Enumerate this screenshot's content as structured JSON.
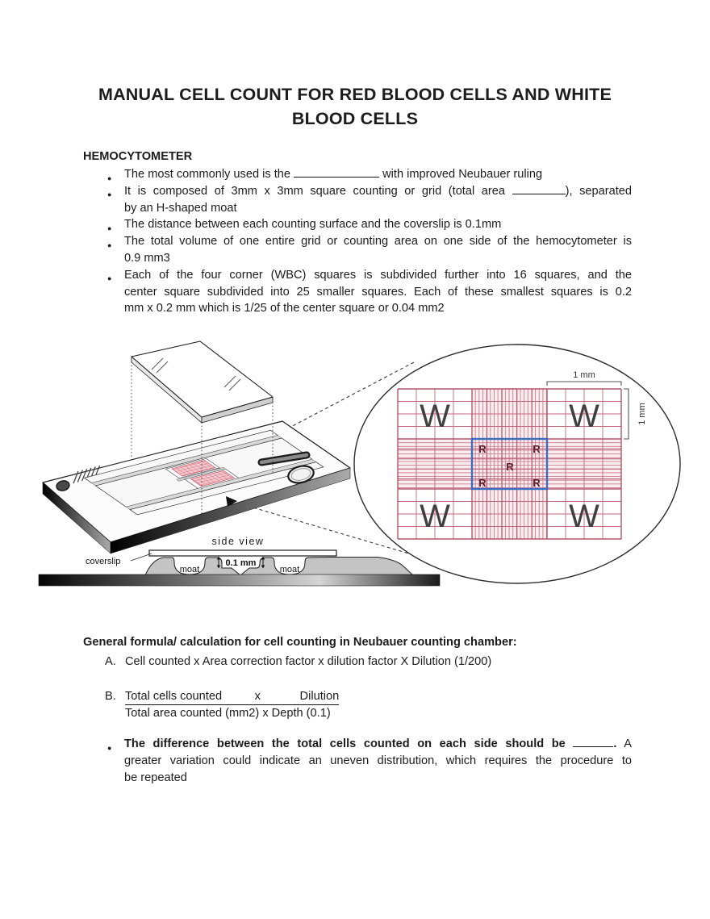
{
  "document": {
    "title_line1": "MANUAL CELL COUNT FOR RED BLOOD CELLS AND WHITE",
    "title_line2": "BLOOD CELLS",
    "section_heading": "HEMOCYTOMETER",
    "bullet_char": "●",
    "bullets": [
      {
        "lines": [
          {
            "pre": "The most commonly used is the ",
            "post": " with improved Neubauer ruling"
          }
        ]
      },
      {
        "lines": [
          {
            "pre": "It is composed of 3mm x 3mm square counting or grid (total area ",
            "post": "), separated"
          },
          {
            "text": "by an H-shaped moat"
          }
        ]
      },
      {
        "lines": [
          {
            "text": "The distance between each counting surface and the coverslip is 0.1mm"
          }
        ]
      },
      {
        "lines": [
          {
            "text": "The total volume of one entire grid or counting area on one side of the hemocytometer is"
          },
          {
            "text": "0.9 mm3"
          }
        ]
      },
      {
        "lines": [
          {
            "text": "Each of the four corner (WBC) squares is subdivided further into 16 squares, and the"
          },
          {
            "text": "center square subdivided into 25 smaller squares. Each of these smallest squares is 0.2"
          },
          {
            "text": "mm x 0.2 mm which is 1/25 of the center square or 0.04 mm2"
          }
        ]
      }
    ],
    "formula_heading": "General formula/ calculation for cell counting in Neubauer counting chamber:",
    "formula_a_label": "A.",
    "formula_a_text": "Cell counted x Area correction factor x dilution factor X Dilution (1/200)",
    "formula_b_label": "B.",
    "formula_b_numerator": "Total cells counted          x            Dilution",
    "formula_b_denominator": "Total area counted (mm2) x Depth (0.1)",
    "final_bullet": {
      "line1_bold": "The difference between the total cells counted on each side should be ",
      "line1_bold_after_blank": ".",
      "line1_tail": " A",
      "line2": "greater variation could indicate an uneven distribution, which requires the procedure to",
      "line3": "be repeated"
    }
  },
  "diagram": {
    "side_view_label": "side view",
    "coverslip_label": "coverslip",
    "moat_label_left": "moat",
    "moat_label_right": "moat",
    "depth_label": "0.1 mm",
    "scale_label_top": "1 mm",
    "scale_label_right": "1 mm",
    "wbc_square_letter": "W",
    "rbc_square_letter": "R",
    "colors": {
      "grid_pink": "#c4677b",
      "grid_pink_fine": "#cb7b8e",
      "center_border_blue": "#3a6cc0",
      "r_letter_maroon": "#5c1f2b",
      "w_letter_gray": "#3f3f3f"
    }
  }
}
